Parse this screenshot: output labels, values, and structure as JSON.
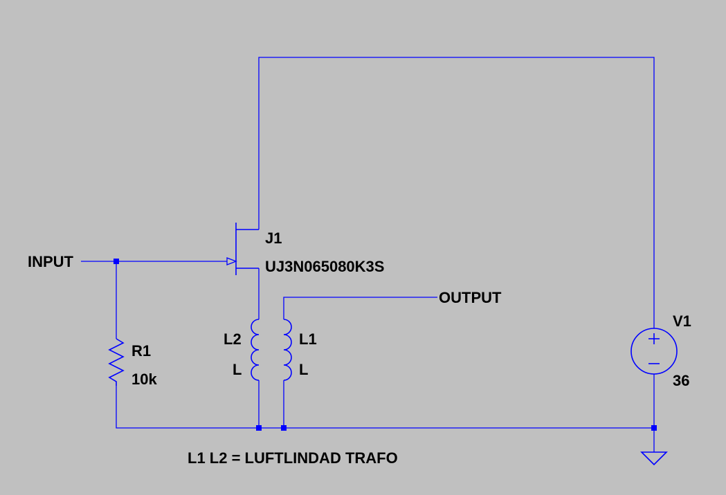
{
  "labels": {
    "input_net": "INPUT",
    "output_net": "OUTPUT",
    "jfet_ref": "J1",
    "jfet_model": "UJ3N065080K3S",
    "l2_ref": "L2",
    "l2_value": "L",
    "l1_ref": "L1",
    "l1_value": "L",
    "r1_ref": "R1",
    "r1_value": "10k",
    "v1_ref": "V1",
    "v1_value": "36",
    "note": "L1 L2 = LUFTLINDAD TRAFO"
  },
  "colors": {
    "background": "#c0c0c0",
    "wire": "#0000ff",
    "text": "#000000"
  },
  "icons": {
    "jfet": "n-channel-jfet-symbol",
    "inductor": "inductor-coil-symbol",
    "resistor": "resistor-zigzag-symbol",
    "source": "dc-voltage-source-symbol",
    "ground": "ground-symbol"
  }
}
